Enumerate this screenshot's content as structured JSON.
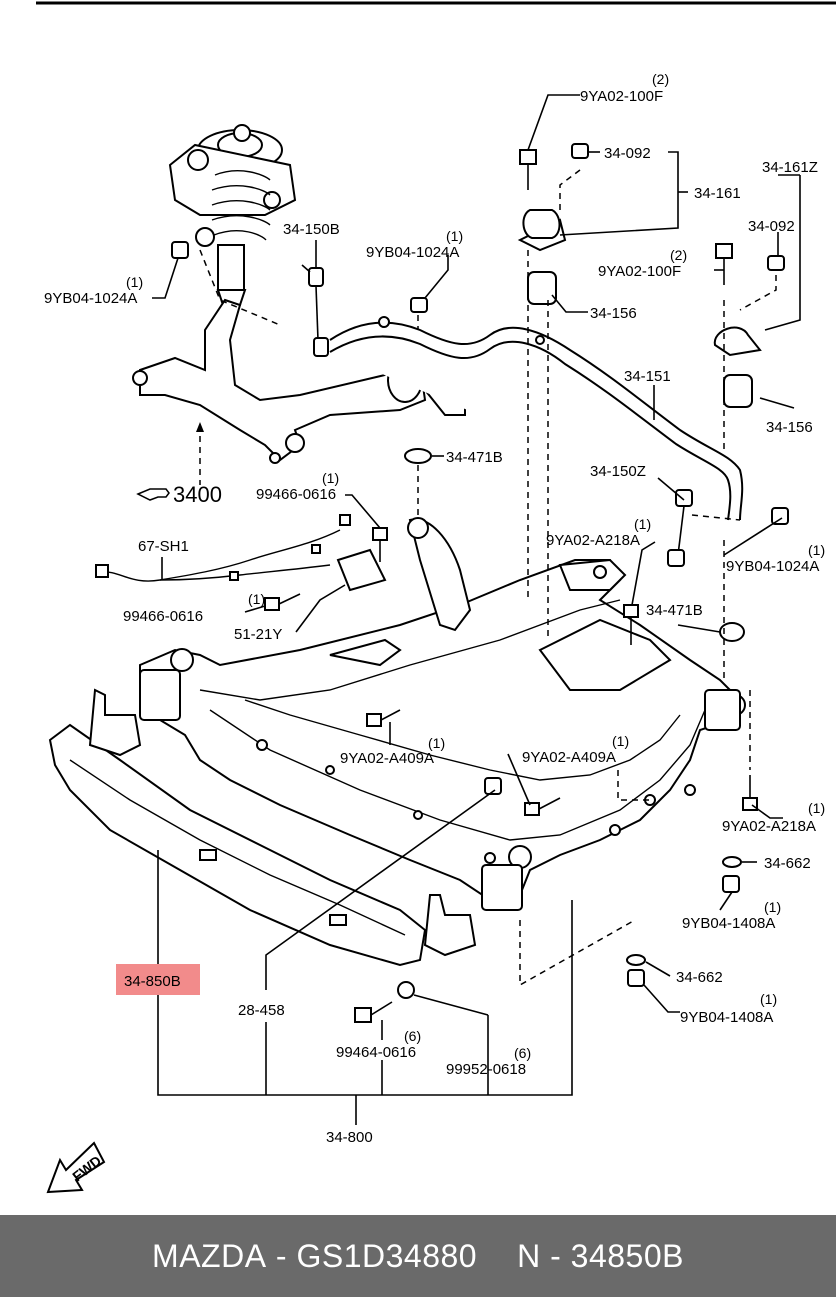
{
  "diagram": {
    "labels": {
      "l_9ya02_100f_top": "9YA02-100F",
      "q_9ya02_100f_top": "(2)",
      "l_34_092_a": "34-092",
      "l_34_161": "34-161",
      "l_34_161z": "34-161Z",
      "l_34_092_b": "34-092",
      "q_9ya02_100f_right": "(2)",
      "l_9ya02_100f_right": "9YA02-100F",
      "l_34_156_a": "34-156",
      "l_34_156_b": "34-156",
      "l_34_151": "34-151",
      "l_34_150b": "34-150B",
      "q_9yb04_1024a_mid": "(1)",
      "l_9yb04_1024a_mid": "9YB04-1024A",
      "q_9yb04_1024a_left": "(1)",
      "l_9yb04_1024a_left": "9YB04-1024A",
      "l_34_471b_a": "34-471B",
      "l_34_150z": "34-150Z",
      "q_9ya02_a218a_a": "(1)",
      "l_9ya02_a218a_a": "9YA02-A218A",
      "q_9yb04_1024a_right": "(1)",
      "l_9yb04_1024a_right": "9YB04-1024A",
      "l_3400": "3400",
      "q_99466_0616_a": "(1)",
      "l_99466_0616_a": "99466-0616",
      "l_67_sh1": "67-SH1",
      "l_99466_0616_b": "99466-0616",
      "q_99466_0616_b": "(1)",
      "l_51_21y": "51-21Y",
      "l_34_471b_b": "34-471B",
      "l_9ya02_a409a_a": "9YA02-A409A",
      "q_9ya02_a409a_a": "(1)",
      "l_9ya02_a409a_b": "9YA02-A409A",
      "q_9ya02_a409a_b": "(1)",
      "q_9ya02_a218a_b": "(1)",
      "l_9ya02_a218a_b": "9YA02-A218A",
      "l_34_662_a": "34-662",
      "q_9yb04_1408a_a": "(1)",
      "l_9yb04_1408a_a": "9YB04-1408A",
      "l_34_850b": "34-850B",
      "l_28_458": "28-458",
      "l_34_662_b": "34-662",
      "q_9yb04_1408a_b": "(1)",
      "l_9yb04_1408a_b": "9YB04-1408A",
      "q_99464_0616": "(6)",
      "l_99464_0616": "99464-0616",
      "q_99952_0618": "(6)",
      "l_99952_0618": "99952-0618",
      "l_34_800": "34-800",
      "l_fwd": "FWD"
    },
    "highlight_color": "#f28b8b"
  },
  "footer": {
    "brand": "MAZDA",
    "dash": "-",
    "part_number": "GS1D34880",
    "n_label": "N",
    "dash2": "-",
    "ref_code": "34850B"
  }
}
